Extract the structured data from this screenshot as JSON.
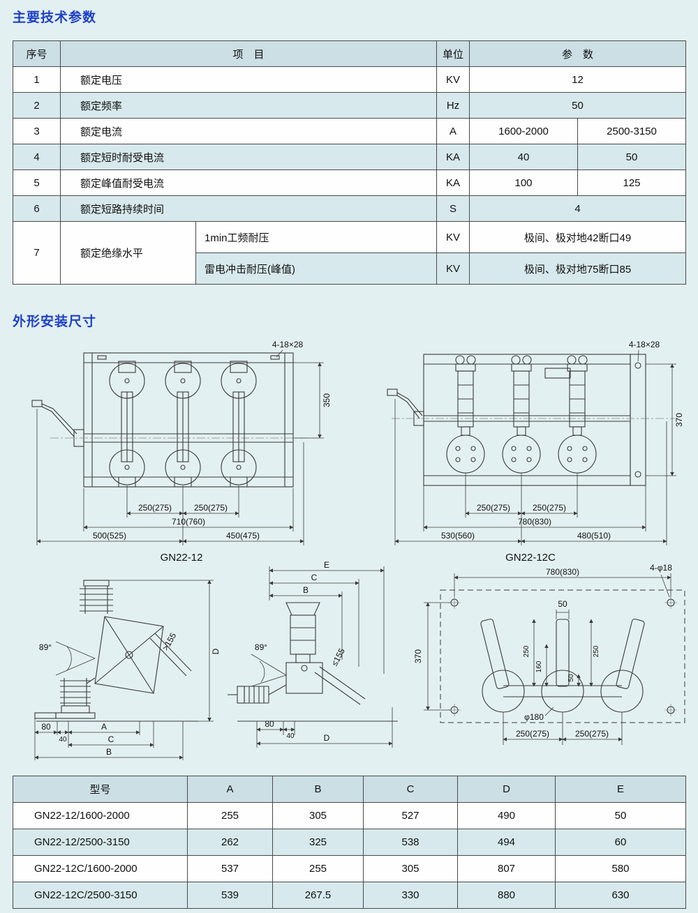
{
  "page": {
    "accent_color": "#1f41c7",
    "section1_title": "主要技术参数",
    "section2_title": "外形安装尺寸"
  },
  "params_table": {
    "header": {
      "no": "序号",
      "item": "项　目",
      "unit": "单位",
      "param": "参　数"
    },
    "rows": [
      {
        "no": "1",
        "item": "额定电压",
        "unit": "KV",
        "params": [
          "12"
        ]
      },
      {
        "no": "2",
        "item": "额定频率",
        "unit": "Hz",
        "params": [
          "50"
        ]
      },
      {
        "no": "3",
        "item": "额定电流",
        "unit": "A",
        "params": [
          "1600-2000",
          "2500-3150"
        ]
      },
      {
        "no": "4",
        "item": "额定短时耐受电流",
        "unit": "KA",
        "params": [
          "40",
          "50"
        ]
      },
      {
        "no": "5",
        "item": "额定峰值耐受电流",
        "unit": "KA",
        "params": [
          "100",
          "125"
        ]
      },
      {
        "no": "6",
        "item": "额定短路持续时间",
        "unit": "S",
        "params": [
          "4"
        ]
      },
      {
        "no": "7",
        "item": "额定绝缘水平",
        "subrows": [
          {
            "subitem": "1min工频耐压",
            "unit": "KV",
            "param": "极间、极对地42断口49"
          },
          {
            "subitem": "雷电冲击耐压(峰值)",
            "unit": "KV",
            "param": "极间、极对地75断口85"
          }
        ]
      }
    ]
  },
  "drawings": {
    "front_12": {
      "label": "GN22-12",
      "bolt_note": "4-18×28",
      "dim_height": "350",
      "dim_pitch1": "250(275)",
      "dim_pitch2": "250(275)",
      "dim_frame": "710(760)",
      "dim_left": "500(525)",
      "dim_right": "450(475)"
    },
    "front_12c": {
      "label": "GN22-12C",
      "bolt_note": "4-18×28",
      "dim_height": "370",
      "dim_pitch1": "250(275)",
      "dim_pitch2": "250(275)",
      "dim_frame": "780(830)",
      "dim_left": "530(560)",
      "dim_right": "480(510)"
    },
    "side_12": {
      "angle": "89°",
      "gap": ">155",
      "dim_d": "D",
      "dim_80": "80",
      "dim_40": "40",
      "dim_a": "A",
      "dim_c": "C",
      "dim_b": "B"
    },
    "side_12c": {
      "dim_e": "E",
      "dim_c": "C",
      "dim_b": "B",
      "angle": "89°",
      "gap": "≤155",
      "dim_80": "80",
      "dim_40": "40",
      "dim_d": "D"
    },
    "plan_12c": {
      "bolt_note": "4-φ18",
      "dim_width": "780(830)",
      "dim_50_top": "50",
      "dim_height": "370",
      "dim_250v": "250",
      "dim_160v": "160",
      "dim_50v": "50",
      "dim_250v2": "250",
      "dim_dia": "φ180",
      "dim_pitch1": "250(275)",
      "dim_pitch2": "250(275)"
    }
  },
  "dims_table": {
    "headers": [
      "型号",
      "A",
      "B",
      "C",
      "D",
      "E"
    ],
    "rows": [
      {
        "model": "GN22-12/1600-2000",
        "a": "255",
        "b": "305",
        "c": "527",
        "d": "490",
        "e": "50"
      },
      {
        "model": "GN22-12/2500-3150",
        "a": "262",
        "b": "325",
        "c": "538",
        "d": "494",
        "e": "60"
      },
      {
        "model": "GN22-12C/1600-2000",
        "a": "537",
        "b": "255",
        "c": "305",
        "d": "807",
        "e": "580"
      },
      {
        "model": "GN22-12C/2500-3150",
        "a": "539",
        "b": "267.5",
        "c": "330",
        "d": "880",
        "e": "630"
      }
    ]
  }
}
